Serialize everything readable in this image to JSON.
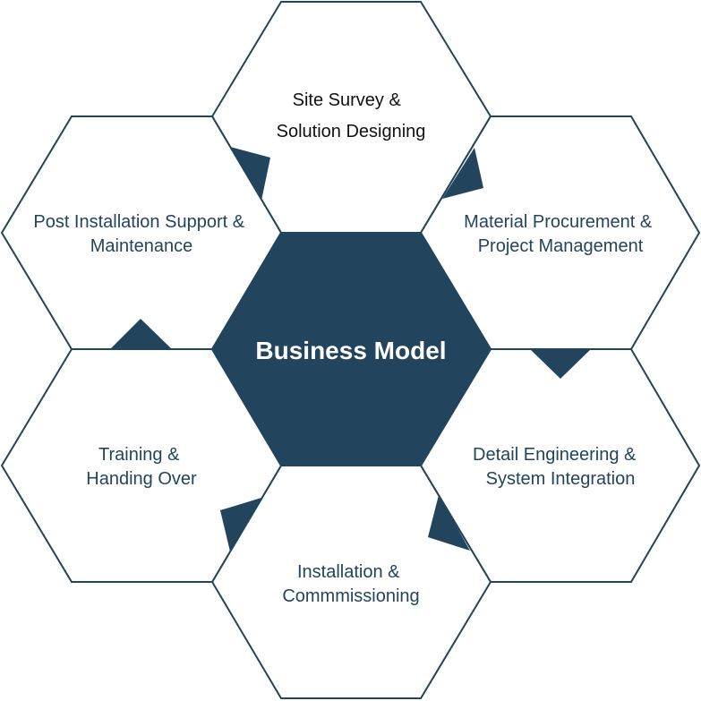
{
  "diagram": {
    "center": {
      "label": "Business Model"
    },
    "steps": [
      {
        "lines": [
          "Site Survey &",
          "Solution Designing"
        ]
      },
      {
        "lines": [
          "Material Procurement &",
          "Project Management"
        ]
      },
      {
        "lines": [
          "Detail Engineering &",
          "System Integration"
        ]
      },
      {
        "lines": [
          "Installation &",
          "Commmissioning"
        ]
      },
      {
        "lines": [
          "Training &",
          "Handing Over"
        ]
      },
      {
        "lines": [
          "Post Installation Support &",
          "Maintenance"
        ]
      }
    ]
  },
  "colors": {
    "primary": "#23445d",
    "background": "#ffffff"
  }
}
